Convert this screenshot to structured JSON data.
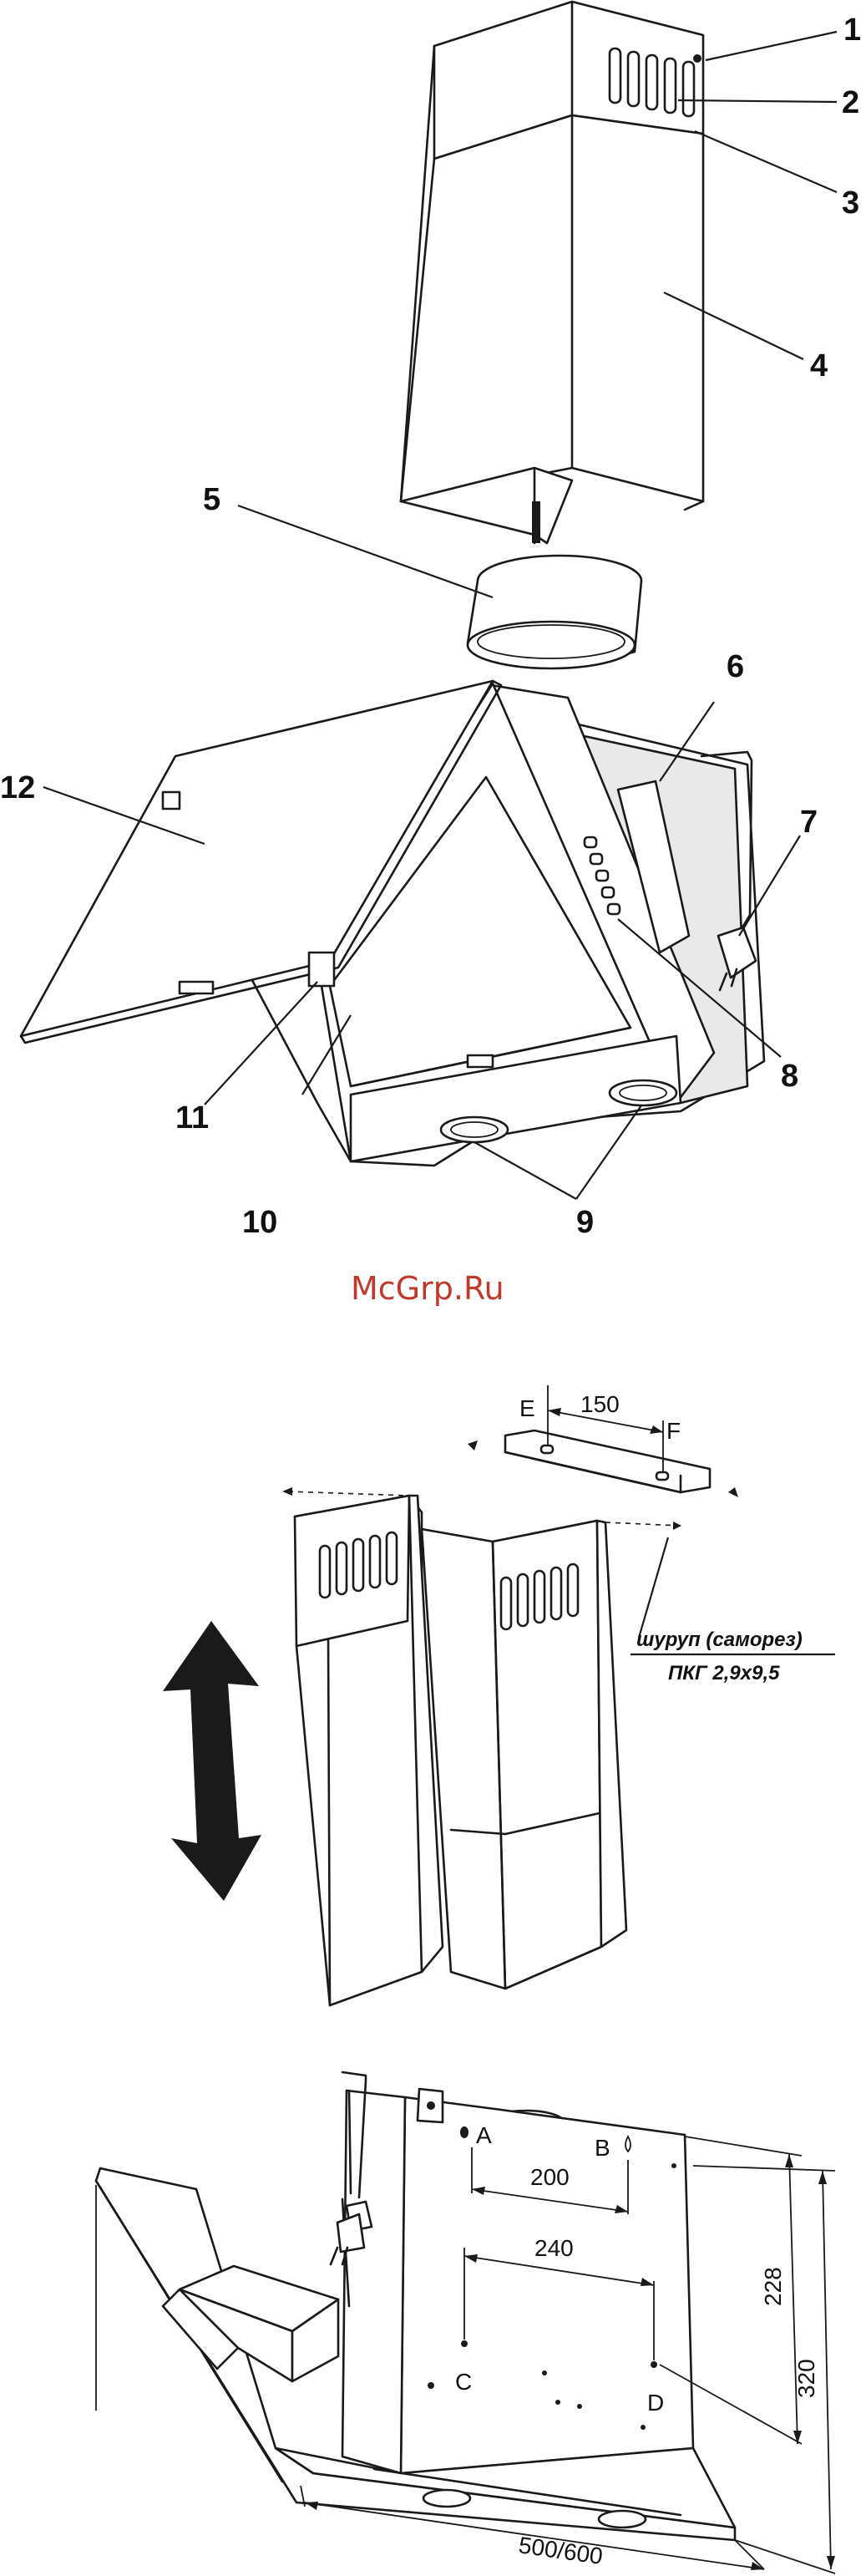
{
  "callouts": [
    "1",
    "2",
    "3",
    "4",
    "5",
    "6",
    "7",
    "8",
    "9",
    "10",
    "11",
    "12"
  ],
  "watermark": "McGrp.Ru",
  "bracket": {
    "dim": "150",
    "hole_left": "E",
    "hole_right": "F"
  },
  "screw_note": {
    "line1": "шуруп (саморез)",
    "line2": "ПКГ 2,9х9,5"
  },
  "points": [
    "A",
    "B",
    "C",
    "D"
  ],
  "dims": {
    "ab": "200",
    "cd": "240",
    "height_short": "228",
    "height_long": "320",
    "width": "500/600"
  }
}
